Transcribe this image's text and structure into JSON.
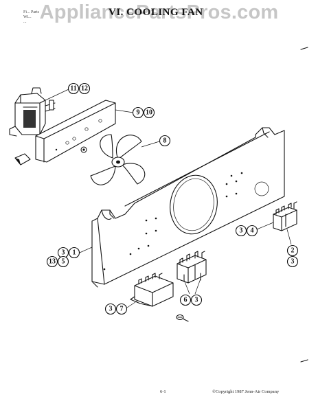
{
  "watermark": "AppliancePartsPros.com",
  "title": "VI. COOLING FAN",
  "header_note": {
    "line1": "Fi... Parts",
    "line2": "Wi...",
    "line3": "..."
  },
  "footer": {
    "page_number": "6-1",
    "copyright": "©Copyright 1987 Jenn-Air Company"
  },
  "callouts": {
    "motor": [
      "11",
      "12"
    ],
    "bracket": [
      "9",
      "10"
    ],
    "fan_blade": [
      "8"
    ],
    "panel_left_top": [
      "3",
      "1"
    ],
    "panel_left_bottom": [
      "13",
      "5"
    ],
    "switch_right": [
      "3",
      "4"
    ],
    "switch_right_below": [
      "2",
      "3"
    ],
    "switch_mid": [
      "6",
      "3"
    ],
    "transformer": [
      "3",
      "7"
    ]
  }
}
